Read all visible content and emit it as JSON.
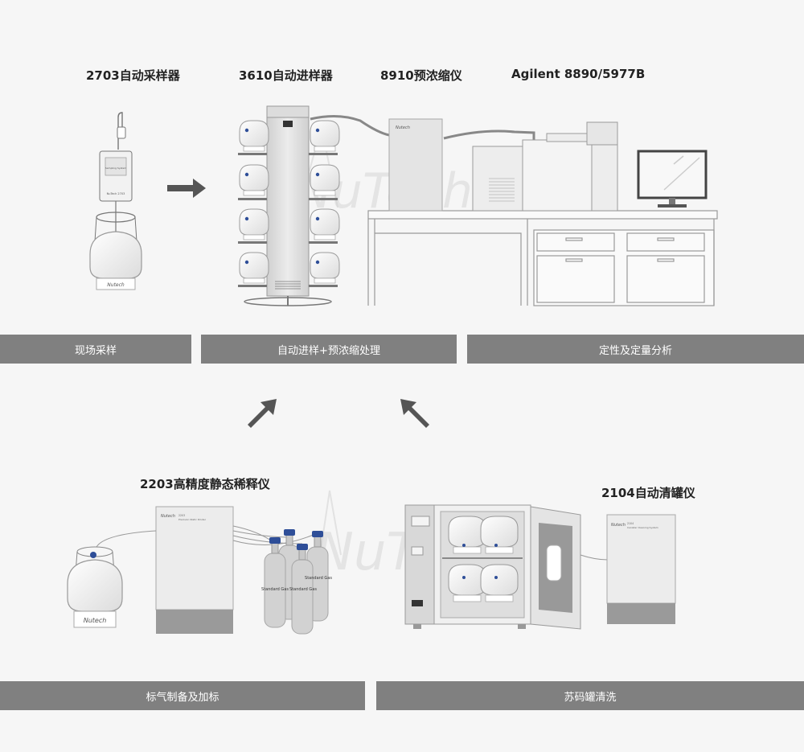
{
  "labels": {
    "sampler": "2703自动采样器",
    "autosampler": "3610自动进样器",
    "preconcentrator": "8910预浓缩仪",
    "gcms": "Agilent 8890/5977B",
    "diluter": "2203高精度静态稀释仪",
    "cleaner": "2104自动清罐仪"
  },
  "bars": {
    "field_sampling": "现场采样",
    "auto_inject": "自动进样+预浓缩处理",
    "analysis": "定性及定量分析",
    "std_gas": "标气制备及加标",
    "canister_clean": "苏码罐清洗"
  },
  "watermark": "NuTech",
  "device_text": {
    "sampler_screen": "Sampling System",
    "sampler_model": "NuTech 2703",
    "diluter_model": "2203",
    "diluter_name": "Precision Static Diluter",
    "cleaner_model": "2104",
    "cleaner_name": "Canister Cleaning System",
    "cylinder_label": "Standard Gas",
    "brand": "Nutech"
  },
  "colors": {
    "bar": "#808080",
    "arrow": "#555555",
    "vial_cap": "#2e4e98",
    "device_base": "#9a9a9a"
  }
}
